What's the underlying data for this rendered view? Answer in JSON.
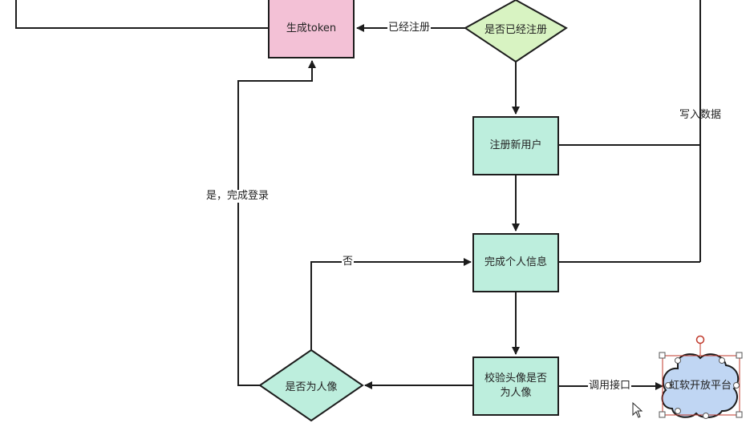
{
  "nodes": {
    "generate_token": "生成token",
    "is_registered": "是否已经注册",
    "register_new_user": "注册新用户",
    "complete_info": "完成个人信息",
    "verify_avatar": "校验头像是否为人像",
    "is_portrait": "是否为人像",
    "hongruan_platform": "虹软开放平台"
  },
  "edges": {
    "already_registered": "已经注册",
    "write_data": "写入数据",
    "yes_login": "是，完成登录",
    "no": "否",
    "call_api": "调用接口"
  },
  "colors": {
    "pink_node": "#f3c1d6",
    "green_node": "#bdeedd",
    "diamond_fill": "#d8f3c2",
    "cloud_fill": "#c0d6f3",
    "selection_handle": "#c0392b"
  },
  "icons": [
    "mouse-cursor-icon",
    "rotate-handle-icon"
  ]
}
